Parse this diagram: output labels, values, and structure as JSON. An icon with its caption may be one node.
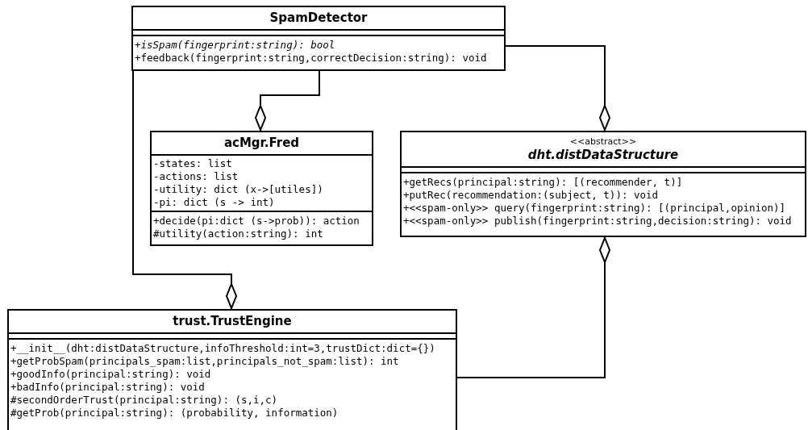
{
  "diagram": {
    "nodes": [
      {
        "text": [
          "SpamDetector",
          "+isSpam(fingerprint:string): bool",
          "+feedback(fingerprint:string,correctDecision:string): void"
        ]
      },
      {
        "text": [
          "acMgr.Fred",
          "-states: list",
          "-actions: list",
          "-utility: dict (x->[utiles])",
          "-pi: dict (s -> int)",
          "+decide(pi:dict (s->prob)): action",
          "#utility(action:string): int"
        ]
      },
      {
        "text": [
          "<<abstract>>",
          "dht.distDataStructure",
          "+getRecs(principal:string): [(recommender, t)]",
          "+putRec(recommendation:(subject, t)): void",
          "+<<spam-only>> query(fingerprint:string): [(principal,opinion)]",
          "+<<spam-only>> publish(fingerprint:string,decision:string): void"
        ]
      },
      {
        "text": [
          "trust.TrustEngine",
          "+__init__(dht:distDataStructure,infoThreshold:int=3,trustDict:dict={})",
          "+getProbSpam(principals_spam:list,principals_not_spam:list): int",
          "+goodInfo(principal:string): void",
          "+badInfo(principal:string): void",
          "#secondOrderTrust(principal:string): (s,i,c)",
          "#getProb(principal:string): (probability, information)"
        ]
      }
    ],
    "edges": [
      {
        "from": 0,
        "to": 1,
        "arrow": "other"
      },
      {
        "from": 0,
        "to": 2,
        "arrow": "other"
      },
      {
        "from": 0,
        "to": 3,
        "arrow": "other"
      },
      {
        "from": 3,
        "to": 2,
        "arrow": "other"
      }
    ]
  }
}
